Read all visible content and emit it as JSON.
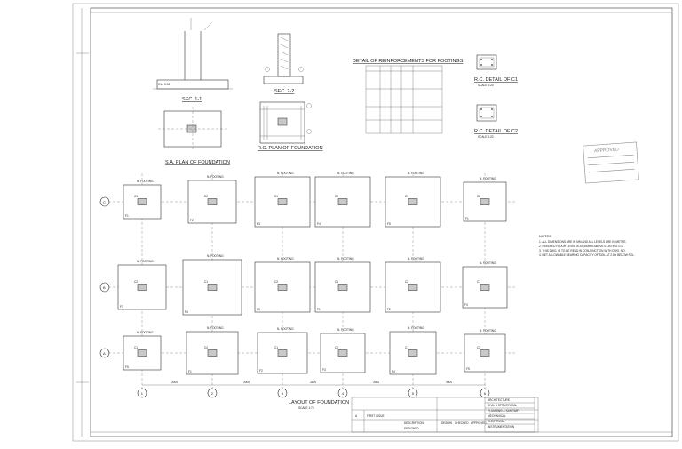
{
  "drawing": {
    "title": "LAYOUT OF FOUNDATION",
    "scale": "SCALE 1:75",
    "sections": [
      {
        "title": "SEC. 1-1"
      },
      {
        "title": "SEC. 2-2"
      },
      {
        "title": "S.A. PLAN OF FOUNDATION"
      },
      {
        "title": "R.C. PLAN OF FOUNDATION"
      }
    ],
    "rebar_table_title": "DETAIL OF REINFORCEMENTS FOR FOOTINGS",
    "details": [
      {
        "title": "R.C. DETAIL OF C1",
        "scale": "SCALE 1:20"
      },
      {
        "title": "R.C. DETAIL OF C2",
        "scale": "SCALE 1:20"
      }
    ],
    "grid_rows": [
      "C",
      "B",
      "A"
    ],
    "grid_cols": [
      "1",
      "2",
      "3",
      "4",
      "5",
      "6"
    ],
    "column_labels": [
      "C1",
      "C2"
    ],
    "footing_labels": [
      "F1",
      "F2",
      "F3",
      "F4",
      "F5"
    ],
    "level_label": "N. FOOTING",
    "dims": [
      "3000",
      "3000",
      "3500",
      "3000",
      "3000"
    ]
  },
  "notes": {
    "heading": "NOTES:",
    "items": [
      "1. ALL DIMENSIONS ARE IN MM AND ALL LEVELS ARE IN METRE.",
      "2. FINISHED FLOOR LEVEL IS AT 450mm ABOVE EXISTING G.L.",
      "3. THIS DWG. IS TO BE READ IN CONJUNCTION WITH DWG. NO.",
      "4. NET ALLOWABLE BEARING CAPACITY OF SOIL AT 2.0m BELOW FGL."
    ]
  },
  "stamp": {
    "text": "APPROVED"
  },
  "title_block": {
    "drawn": "DRAWN",
    "checked": "CHECKED",
    "approved": "APPROVED",
    "description": "DESCRIPTION",
    "first_issue": "FIRST ISSUE",
    "designed": "DESIGNED",
    "rows": [
      "ARCHITECTURE",
      "CIVIL & STRUCTURAL",
      "PLUMBING & SANITARY",
      "MECHANICAL",
      "ELECTRICAL",
      "INSTRUMENTATION"
    ]
  }
}
